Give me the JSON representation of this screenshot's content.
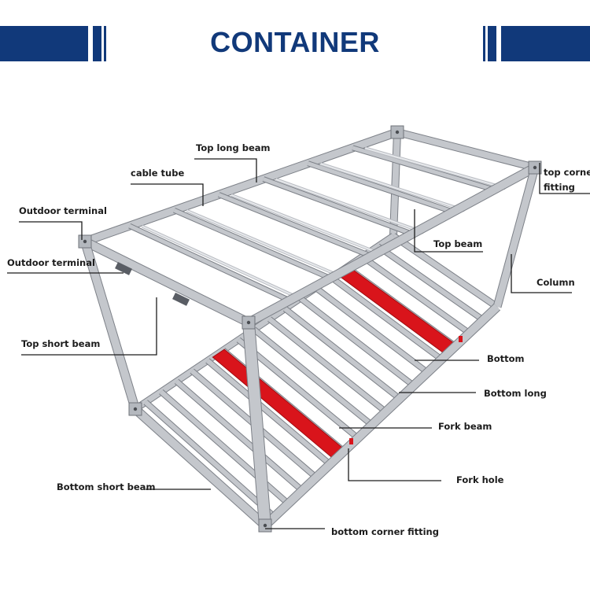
{
  "title": "CONTAINER",
  "colors": {
    "brand": "#11397a",
    "frame": "#c4c7cc",
    "frame_edge": "#7d8188",
    "fork_beam": "#d9141b",
    "leader": "#1c1c1c"
  },
  "labels": {
    "top_long_beam": "Top long beam",
    "cable_tube": "cable tube",
    "outdoor_terminal_1": "Outdoor terminal",
    "outdoor_terminal_2": "Outdoor terminal",
    "top_short_beam": "Top short beam",
    "top_corner_fitting_1": "top corner",
    "top_corner_fitting_2": "fitting",
    "top_beam": "Top beam",
    "column": "Column",
    "bottom": "Bottom",
    "bottom_long": "Bottom long",
    "fork_beam": "Fork beam",
    "fork_hole": "Fork hole",
    "bottom_short_beam": "Bottom short beam",
    "bottom_corner_fitting": "bottom  corner fitting"
  }
}
